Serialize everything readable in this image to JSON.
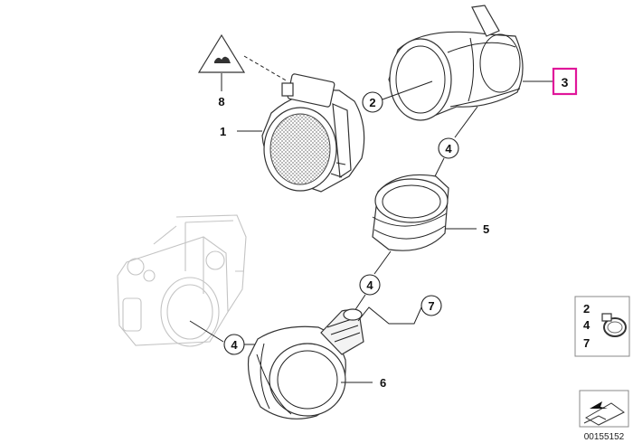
{
  "callouts": {
    "p1": "1",
    "p2": "2",
    "p3": "3",
    "p4a": "4",
    "p4b": "4",
    "p4c": "4",
    "p5": "5",
    "p6": "6",
    "p7": "7",
    "p8": "8"
  },
  "legend": {
    "items": [
      "2",
      "4",
      "7"
    ]
  },
  "document_id": "00155152",
  "colors": {
    "highlight": "#e0169a",
    "line": "#222222",
    "ghost": "#c4c4c4"
  },
  "icons": {
    "warning": "warning-triangle-icon",
    "clamp": "hose-clamp-icon",
    "nav": "arrow-page-icon"
  }
}
